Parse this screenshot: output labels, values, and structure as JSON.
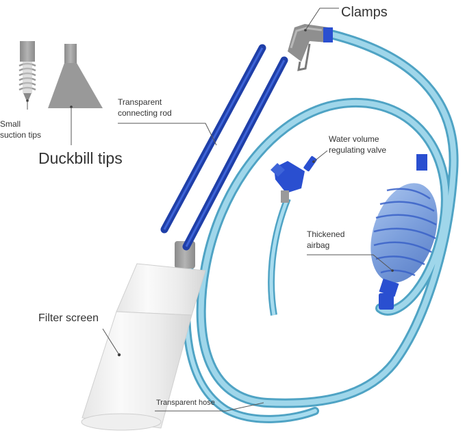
{
  "labels": {
    "clamps": "Clamps",
    "small_suction_tips": [
      "Small",
      "suction tips"
    ],
    "duckbill_tips": "Duckbill tips",
    "transparent_connecting_rod": [
      "Transparent",
      "connecting rod"
    ],
    "water_volume_regulating_valve": [
      "Water volume",
      "regulating valve"
    ],
    "thickened_airbag": [
      "Thickened",
      "airbag"
    ],
    "filter_screen": "Filter screen",
    "transparent_hose": "Transparent hose"
  },
  "colors": {
    "hose": "#7cc3dc",
    "hose_edge": "#4fa3c4",
    "rod": "#1f3fa8",
    "bulb": "#7c9fdc",
    "bulb_rib": "#3a62c8",
    "connector_blue": "#2a4fd0",
    "gray_part": "#9a9a9a",
    "leader_line": "#555555"
  }
}
